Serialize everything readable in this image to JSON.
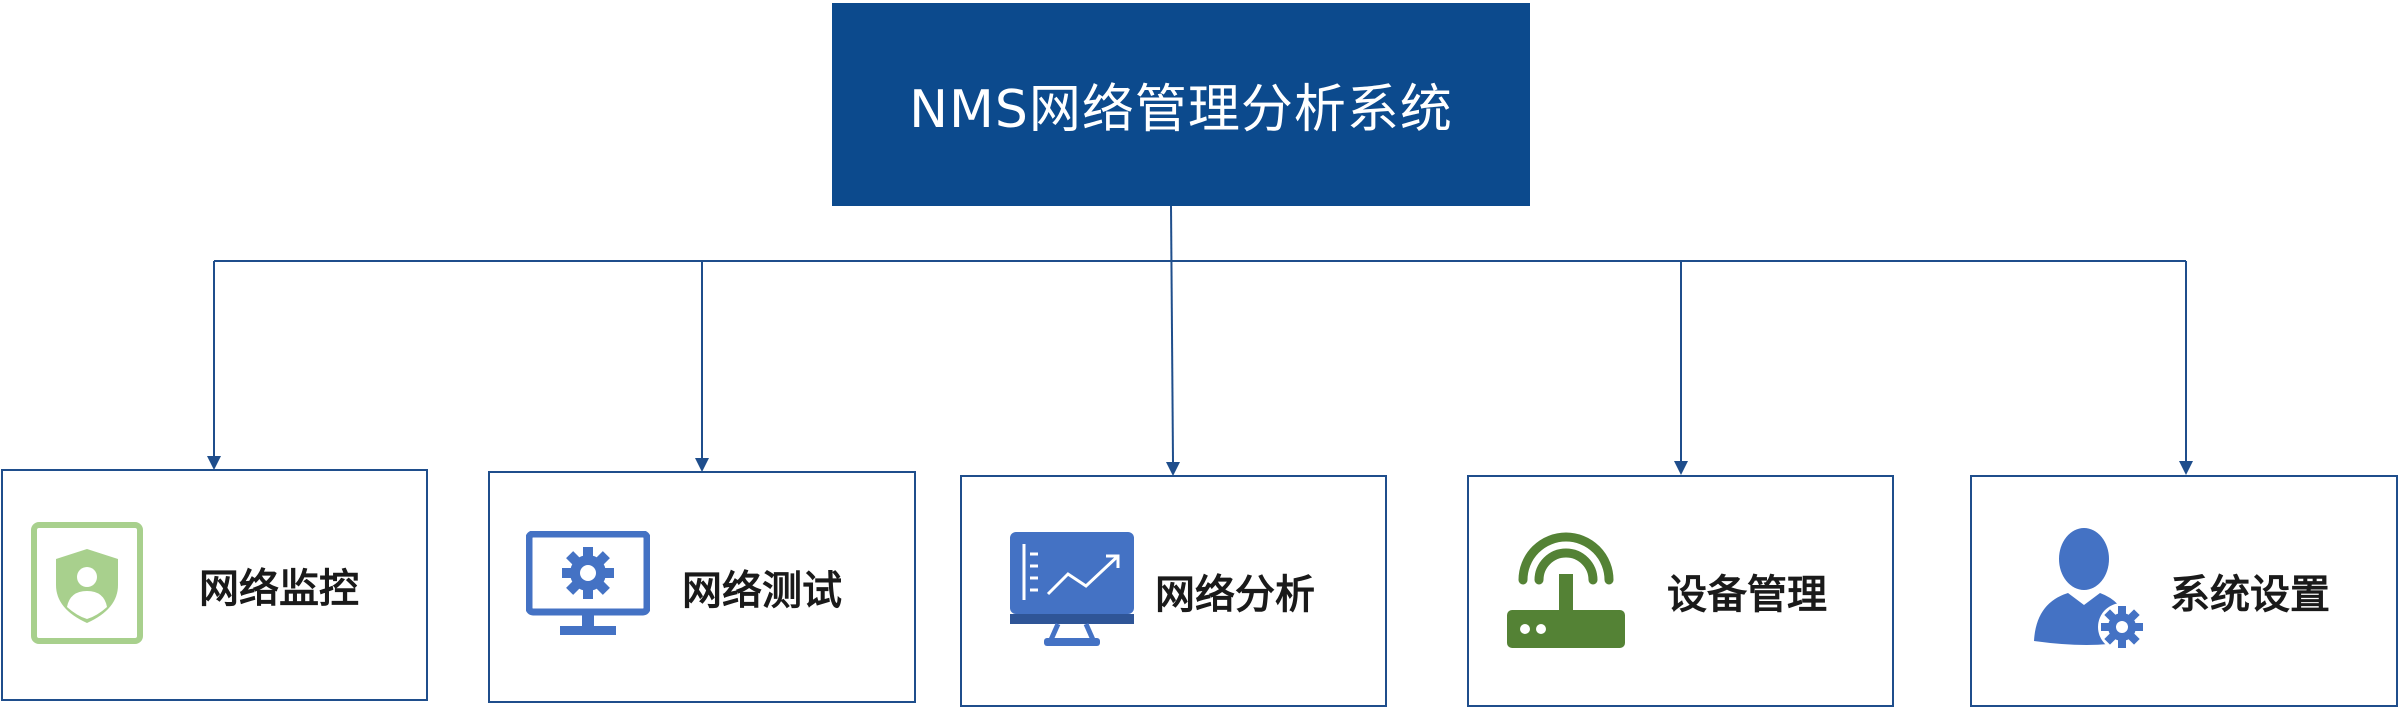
{
  "root": {
    "title": "NMS网络管理分析系统",
    "color": "#0c4a8d"
  },
  "modules": [
    {
      "label": "网络监控",
      "icon": "shield-user-icon",
      "color": "#a8d08d"
    },
    {
      "label": "网络测试",
      "icon": "monitor-gear-icon",
      "color": "#4472c4"
    },
    {
      "label": "网络分析",
      "icon": "monitor-chart-icon",
      "color": "#4472c4"
    },
    {
      "label": "设备管理",
      "icon": "wifi-router-icon",
      "color": "#548235"
    },
    {
      "label": "系统设置",
      "icon": "user-settings-icon",
      "color": "#4472c4"
    }
  ],
  "connector_color": "#1f4e8c"
}
